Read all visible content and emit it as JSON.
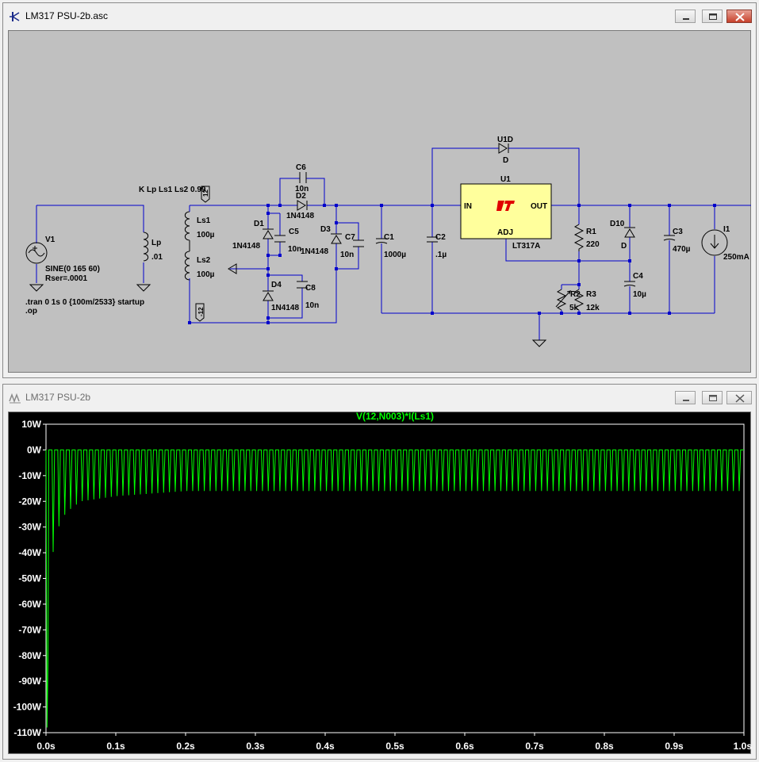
{
  "schematic_window": {
    "title": "LM317 PSU-2b.asc",
    "components": {
      "v1": {
        "ref": "V1",
        "value": "SINE(0 165 60)",
        "rser": "Rser=.0001"
      },
      "directives": {
        "tran": ".tran 0 1s 0 {100m/2533} startup",
        "op": ".op",
        "coupling": "K Lp Ls1 Ls2 0.99"
      },
      "lp": {
        "ref": "Lp",
        "value": ".01"
      },
      "ls1": {
        "ref": "Ls1",
        "value": "100µ"
      },
      "ls2": {
        "ref": "Ls2",
        "value": "100µ"
      },
      "label_12": "12",
      "label_m12": "-12",
      "d1": {
        "ref": "D1",
        "value": "1N4148"
      },
      "d2": {
        "ref": "D2",
        "value": "1N4148"
      },
      "d3": {
        "ref": "D3",
        "value": "1N4148"
      },
      "d4": {
        "ref": "D4",
        "value": "1N4148"
      },
      "c5": {
        "ref": "C5",
        "value": "10n"
      },
      "c6": {
        "ref": "C6",
        "value": "10n"
      },
      "c7": {
        "ref": "C7",
        "value": "10n"
      },
      "c8": {
        "ref": "C8",
        "value": "10n"
      },
      "c1": {
        "ref": "C1",
        "value": "1000µ"
      },
      "c2": {
        "ref": "C2",
        "value": ".1µ"
      },
      "u1": {
        "ref": "U1",
        "part": "LT317A",
        "pin_in": "IN",
        "pin_out": "OUT",
        "pin_adj": "ADJ"
      },
      "u1d": {
        "ref": "U1D",
        "value": "D"
      },
      "r1": {
        "ref": "R1",
        "value": "220"
      },
      "r2": {
        "ref": "R2",
        "value": "5k"
      },
      "r3": {
        "ref": "R3",
        "value": "12k"
      },
      "d10": {
        "ref": "D10",
        "value": "D"
      },
      "c4": {
        "ref": "C4",
        "value": "10µ"
      },
      "c3": {
        "ref": "C3",
        "value": "470µ"
      },
      "i1": {
        "ref": "I1",
        "value": "250mA"
      }
    }
  },
  "plot_window": {
    "title": "LM317 PSU-2b",
    "trace_label": "V(12,N003)*I(Ls1)",
    "trace_color": "#00ff00",
    "y_ticks": [
      "10W",
      "0W",
      "-10W",
      "-20W",
      "-30W",
      "-40W",
      "-50W",
      "-60W",
      "-70W",
      "-80W",
      "-90W",
      "-100W",
      "-110W"
    ],
    "x_ticks": [
      "0.0s",
      "0.1s",
      "0.2s",
      "0.3s",
      "0.4s",
      "0.5s",
      "0.6s",
      "0.7s",
      "0.8s",
      "0.9s",
      "1.0s"
    ]
  },
  "chart_data": {
    "type": "line",
    "title": "V(12,N003)*I(Ls1)",
    "xlim": [
      0,
      1.0
    ],
    "ylim": [
      -110,
      10
    ],
    "x_unit": "s",
    "y_unit": "W",
    "grid": false,
    "series": [
      {
        "name": "V(12,N003)*I(Ls1)",
        "pulse_period_s": 0.00833,
        "baseline_w": 0,
        "troughs": [
          [
            0.002,
            -108
          ],
          [
            0.01,
            -40
          ],
          [
            0.02,
            -28
          ],
          [
            0.03,
            -24
          ],
          [
            0.05,
            -20
          ],
          [
            0.1,
            -18
          ],
          [
            0.2,
            -16
          ],
          [
            0.5,
            -16
          ],
          [
            1.0,
            -16
          ]
        ]
      }
    ]
  }
}
